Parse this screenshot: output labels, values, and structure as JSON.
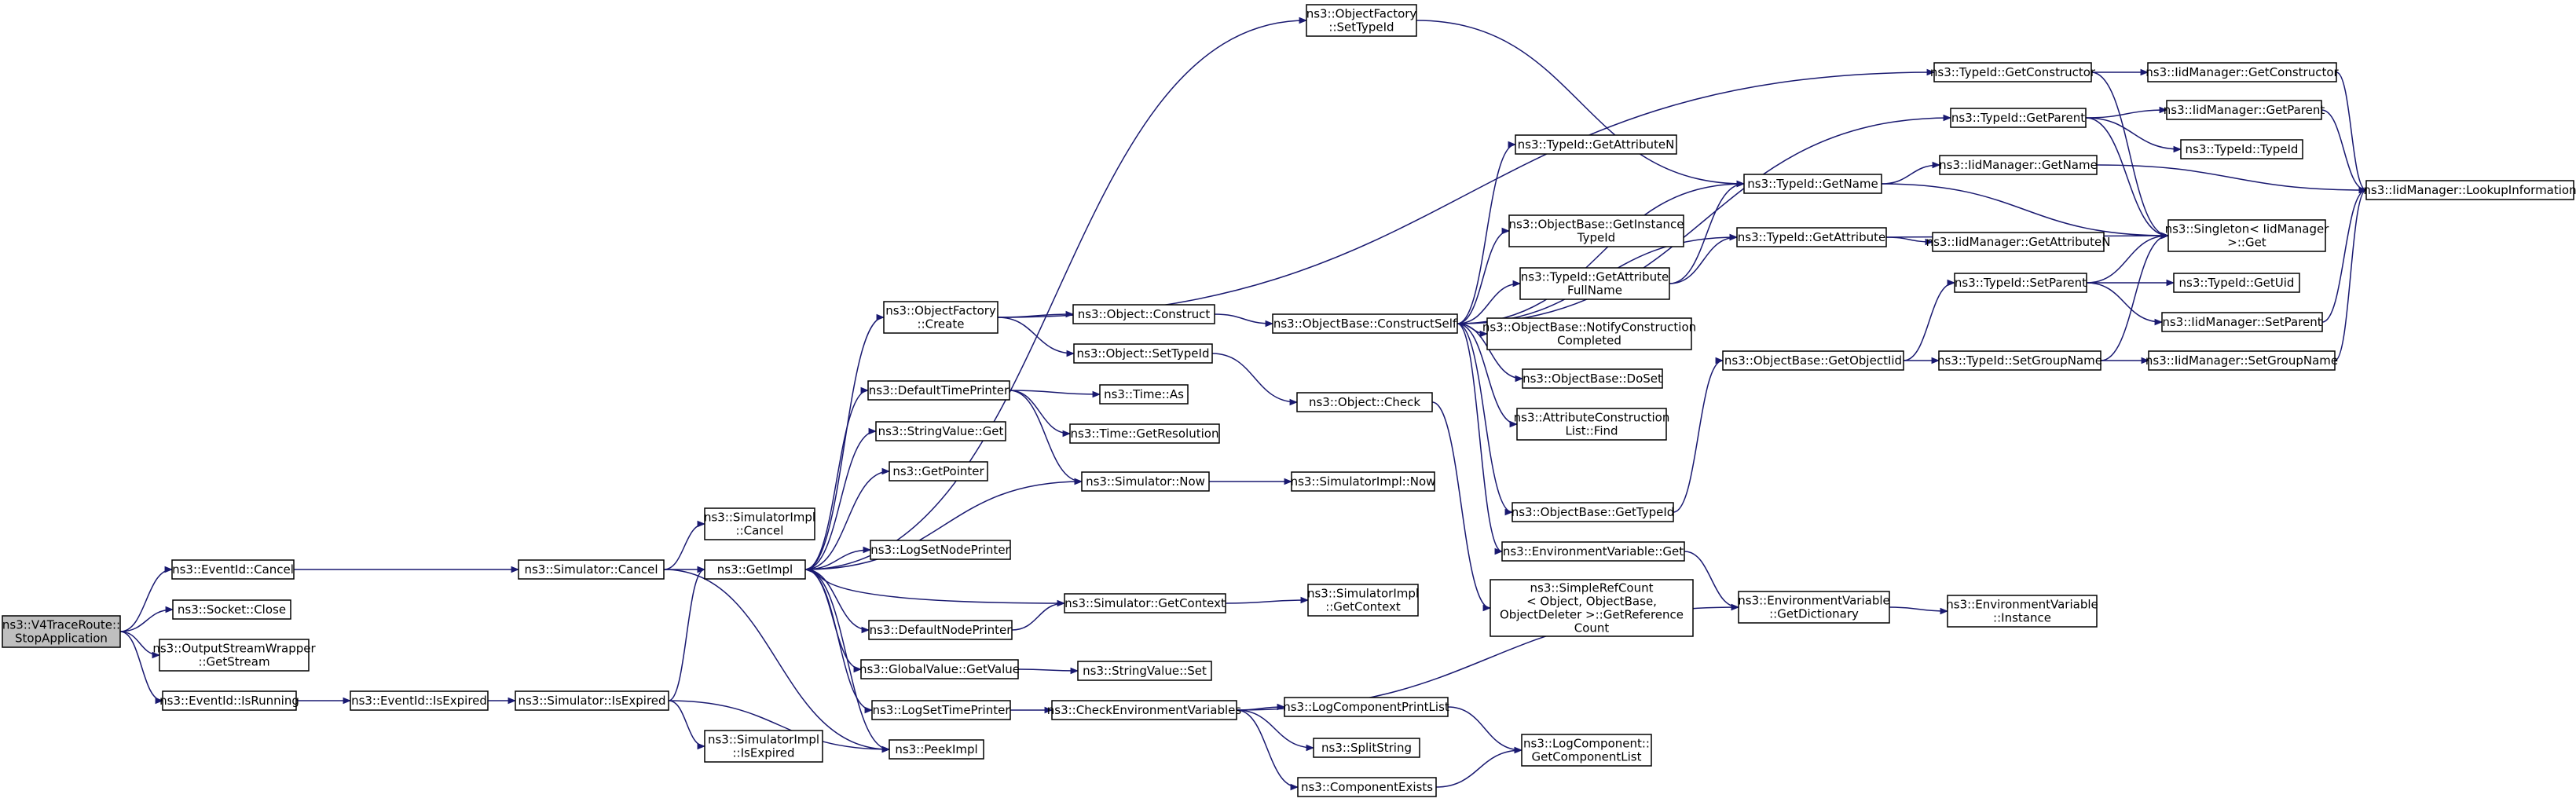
{
  "diagram": {
    "nodes": [
      {
        "id": "root",
        "lines": [
          "ns3::V4TraceRoute::",
          "StopApplication"
        ],
        "root": true
      },
      {
        "id": "eventid_cancel",
        "lines": [
          "ns3::EventId::Cancel"
        ]
      },
      {
        "id": "socket_close",
        "lines": [
          "ns3::Socket::Close"
        ]
      },
      {
        "id": "osw_getstream",
        "lines": [
          "ns3::OutputStreamWrapper",
          "::GetStream"
        ]
      },
      {
        "id": "eventid_isrunning",
        "lines": [
          "ns3::EventId::IsRunning"
        ]
      },
      {
        "id": "eventid_isexpired",
        "lines": [
          "ns3::EventId::IsExpired"
        ]
      },
      {
        "id": "sim_cancel",
        "lines": [
          "ns3::Simulator::Cancel"
        ]
      },
      {
        "id": "sim_isexpired",
        "lines": [
          "ns3::Simulator::IsExpired"
        ]
      },
      {
        "id": "simimpl_cancel",
        "lines": [
          "ns3::SimulatorImpl",
          "::Cancel"
        ]
      },
      {
        "id": "getimpl",
        "lines": [
          "ns3::GetImpl"
        ]
      },
      {
        "id": "peekimpl",
        "lines": [
          "ns3::PeekImpl"
        ]
      },
      {
        "id": "simimpl_isexpired",
        "lines": [
          "ns3::SimulatorImpl",
          "::IsExpired"
        ]
      },
      {
        "id": "of_settypeid",
        "lines": [
          "ns3::ObjectFactory",
          "::SetTypeId"
        ]
      },
      {
        "id": "of_create",
        "lines": [
          "ns3::ObjectFactory",
          "::Create"
        ]
      },
      {
        "id": "defaulttimeprinter",
        "lines": [
          "ns3::DefaultTimePrinter"
        ]
      },
      {
        "id": "stringvalue_get",
        "lines": [
          "ns3::StringValue::Get"
        ]
      },
      {
        "id": "getpointer",
        "lines": [
          "ns3::GetPointer"
        ]
      },
      {
        "id": "logsetnodeprinter",
        "lines": [
          "ns3::LogSetNodePrinter"
        ]
      },
      {
        "id": "defaultnodeprinter",
        "lines": [
          "ns3::DefaultNodePrinter"
        ]
      },
      {
        "id": "gv_getvalue",
        "lines": [
          "ns3::GlobalValue::GetValue"
        ]
      },
      {
        "id": "logsettimeprinter",
        "lines": [
          "ns3::LogSetTimePrinter"
        ]
      },
      {
        "id": "obj_construct",
        "lines": [
          "ns3::Object::Construct"
        ]
      },
      {
        "id": "obj_settypeid",
        "lines": [
          "ns3::Object::SetTypeId"
        ]
      },
      {
        "id": "time_as",
        "lines": [
          "ns3::Time::As"
        ]
      },
      {
        "id": "time_getresolution",
        "lines": [
          "ns3::Time::GetResolution"
        ]
      },
      {
        "id": "sim_now",
        "lines": [
          "ns3::Simulator::Now"
        ]
      },
      {
        "id": "sim_getcontext",
        "lines": [
          "ns3::Simulator::GetContext"
        ]
      },
      {
        "id": "stringvalue_set",
        "lines": [
          "ns3::StringValue::Set"
        ]
      },
      {
        "id": "checkenvvars",
        "lines": [
          "ns3::CheckEnvironmentVariables"
        ]
      },
      {
        "id": "ob_constructself",
        "lines": [
          "ns3::ObjectBase::ConstructSelf"
        ]
      },
      {
        "id": "obj_check",
        "lines": [
          "ns3::Object::Check"
        ]
      },
      {
        "id": "simimpl_now",
        "lines": [
          "ns3::SimulatorImpl::Now"
        ]
      },
      {
        "id": "simimpl_getcontext",
        "lines": [
          "ns3::SimulatorImpl",
          "::GetContext"
        ]
      },
      {
        "id": "logcomponentprintlist",
        "lines": [
          "ns3::LogComponentPrintList"
        ]
      },
      {
        "id": "splitstring",
        "lines": [
          "ns3::SplitString"
        ]
      },
      {
        "id": "componentexists",
        "lines": [
          "ns3::ComponentExists"
        ]
      },
      {
        "id": "typeid_getattributen",
        "lines": [
          "ns3::TypeId::GetAttributeN"
        ]
      },
      {
        "id": "ob_getinstancetypeid",
        "lines": [
          "ns3::ObjectBase::GetInstance",
          "TypeId"
        ]
      },
      {
        "id": "typeid_getattributefullname",
        "lines": [
          "ns3::TypeId::GetAttribute",
          "FullName"
        ]
      },
      {
        "id": "ob_notifyconstructioncompleted",
        "lines": [
          "ns3::ObjectBase::NotifyConstruction",
          "Completed"
        ]
      },
      {
        "id": "ob_doset",
        "lines": [
          "ns3::ObjectBase::DoSet"
        ]
      },
      {
        "id": "acl_find",
        "lines": [
          "ns3::AttributeConstruction",
          "List::Find"
        ]
      },
      {
        "id": "ob_gettypeid",
        "lines": [
          "ns3::ObjectBase::GetTypeId"
        ]
      },
      {
        "id": "envvar_get",
        "lines": [
          "ns3::EnvironmentVariable::Get"
        ]
      },
      {
        "id": "simplerefcount",
        "lines": [
          "ns3::SimpleRefCount",
          "< Object, ObjectBase,",
          "ObjectDeleter >::GetReference",
          "Count"
        ]
      },
      {
        "id": "typeid_getconstructor",
        "lines": [
          "ns3::TypeId::GetConstructor"
        ]
      },
      {
        "id": "typeid_getparent",
        "lines": [
          "ns3::TypeId::GetParent"
        ]
      },
      {
        "id": "typeid_getname",
        "lines": [
          "ns3::TypeId::GetName"
        ]
      },
      {
        "id": "typeid_getattribute",
        "lines": [
          "ns3::TypeId::GetAttribute"
        ]
      },
      {
        "id": "ob_getobjectiid",
        "lines": [
          "ns3::ObjectBase::GetObjectIid"
        ]
      },
      {
        "id": "envvar_getdictionary",
        "lines": [
          "ns3::EnvironmentVariable",
          "::GetDictionary"
        ]
      },
      {
        "id": "lc_getcomponentlist",
        "lines": [
          "ns3::LogComponent::",
          "GetComponentList"
        ]
      },
      {
        "id": "iidm_getconstructor",
        "lines": [
          "ns3::IidManager::GetConstructor"
        ]
      },
      {
        "id": "iidm_getparent",
        "lines": [
          "ns3::IidManager::GetParent"
        ]
      },
      {
        "id": "typeid_typeid",
        "lines": [
          "ns3::TypeId::TypeId"
        ]
      },
      {
        "id": "iidm_getname",
        "lines": [
          "ns3::IidManager::GetName"
        ]
      },
      {
        "id": "iidm_getattributen",
        "lines": [
          "ns3::IidManager::GetAttributeN"
        ]
      },
      {
        "id": "typeid_setparent",
        "lines": [
          "ns3::TypeId::SetParent"
        ]
      },
      {
        "id": "typeid_setgroupname",
        "lines": [
          "ns3::TypeId::SetGroupName"
        ]
      },
      {
        "id": "envvar_instance",
        "lines": [
          "ns3::EnvironmentVariable",
          "::Instance"
        ]
      },
      {
        "id": "singleton_get",
        "lines": [
          "ns3::Singleton< IidManager",
          ">::Get"
        ]
      },
      {
        "id": "typeid_getuid",
        "lines": [
          "ns3::TypeId::GetUid"
        ]
      },
      {
        "id": "iidm_setparent",
        "lines": [
          "ns3::IidManager::SetParent"
        ]
      },
      {
        "id": "iidm_setgroupname",
        "lines": [
          "ns3::IidManager::SetGroupName"
        ]
      },
      {
        "id": "iidm_lookupinformation",
        "lines": [
          "ns3::IidManager::LookupInformation"
        ]
      }
    ],
    "edges": [
      [
        "root",
        "eventid_cancel"
      ],
      [
        "root",
        "socket_close"
      ],
      [
        "root",
        "osw_getstream"
      ],
      [
        "root",
        "eventid_isrunning"
      ],
      [
        "eventid_cancel",
        "sim_cancel"
      ],
      [
        "eventid_isrunning",
        "eventid_isexpired"
      ],
      [
        "eventid_isexpired",
        "sim_isexpired"
      ],
      [
        "sim_cancel",
        "simimpl_cancel"
      ],
      [
        "sim_cancel",
        "getimpl"
      ],
      [
        "sim_cancel",
        "peekimpl"
      ],
      [
        "sim_isexpired",
        "getimpl"
      ],
      [
        "sim_isexpired",
        "peekimpl"
      ],
      [
        "sim_isexpired",
        "simimpl_isexpired"
      ],
      [
        "getimpl",
        "of_settypeid"
      ],
      [
        "getimpl",
        "of_create"
      ],
      [
        "getimpl",
        "defaulttimeprinter"
      ],
      [
        "getimpl",
        "stringvalue_get"
      ],
      [
        "getimpl",
        "getpointer"
      ],
      [
        "getimpl",
        "logsetnodeprinter"
      ],
      [
        "getimpl",
        "defaultnodeprinter"
      ],
      [
        "getimpl",
        "gv_getvalue"
      ],
      [
        "getimpl",
        "logsettimeprinter"
      ],
      [
        "getimpl",
        "peekimpl"
      ],
      [
        "getimpl",
        "sim_now"
      ],
      [
        "sim_getcontext",
        "getimpl"
      ],
      [
        "of_settypeid",
        "typeid_getname"
      ],
      [
        "of_create",
        "obj_construct"
      ],
      [
        "of_create",
        "obj_settypeid"
      ],
      [
        "of_create",
        "typeid_getconstructor"
      ],
      [
        "defaulttimeprinter",
        "time_as"
      ],
      [
        "defaulttimeprinter",
        "time_getresolution"
      ],
      [
        "defaulttimeprinter",
        "sim_now"
      ],
      [
        "defaultnodeprinter",
        "sim_getcontext"
      ],
      [
        "gv_getvalue",
        "stringvalue_set"
      ],
      [
        "logsettimeprinter",
        "checkenvvars"
      ],
      [
        "obj_construct",
        "ob_constructself"
      ],
      [
        "obj_settypeid",
        "obj_check"
      ],
      [
        "sim_now",
        "simimpl_now"
      ],
      [
        "sim_getcontext",
        "simimpl_getcontext"
      ],
      [
        "checkenvvars",
        "logcomponentprintlist"
      ],
      [
        "checkenvvars",
        "splitstring"
      ],
      [
        "checkenvvars",
        "componentexists"
      ],
      [
        "checkenvvars",
        "envvar_getdictionary"
      ],
      [
        "obj_check",
        "simplerefcount"
      ],
      [
        "ob_constructself",
        "typeid_getattributen"
      ],
      [
        "ob_constructself",
        "ob_getinstancetypeid"
      ],
      [
        "ob_constructself",
        "typeid_getattributefullname"
      ],
      [
        "ob_constructself",
        "ob_notifyconstructioncompleted"
      ],
      [
        "ob_constructself",
        "ob_doset"
      ],
      [
        "ob_constructself",
        "acl_find"
      ],
      [
        "ob_constructself",
        "ob_gettypeid"
      ],
      [
        "ob_constructself",
        "envvar_get"
      ],
      [
        "ob_constructself",
        "typeid_getparent"
      ],
      [
        "ob_constructself",
        "typeid_getname"
      ],
      [
        "ob_constructself",
        "typeid_getattribute"
      ],
      [
        "typeid_getattributefullname",
        "typeid_getname"
      ],
      [
        "typeid_getattributefullname",
        "typeid_getattribute"
      ],
      [
        "ob_gettypeid",
        "ob_getobjectiid"
      ],
      [
        "envvar_get",
        "envvar_getdictionary"
      ],
      [
        "logcomponentprintlist",
        "lc_getcomponentlist"
      ],
      [
        "componentexists",
        "lc_getcomponentlist"
      ],
      [
        "typeid_getconstructor",
        "iidm_getconstructor"
      ],
      [
        "typeid_getconstructor",
        "singleton_get"
      ],
      [
        "typeid_getparent",
        "iidm_getparent"
      ],
      [
        "typeid_getparent",
        "typeid_typeid"
      ],
      [
        "typeid_getparent",
        "singleton_get"
      ],
      [
        "typeid_getname",
        "iidm_getname"
      ],
      [
        "typeid_getname",
        "singleton_get"
      ],
      [
        "typeid_getattribute",
        "iidm_getattributen"
      ],
      [
        "typeid_getattribute",
        "singleton_get"
      ],
      [
        "ob_getobjectiid",
        "typeid_setparent"
      ],
      [
        "ob_getobjectiid",
        "typeid_setgroupname"
      ],
      [
        "envvar_getdictionary",
        "envvar_instance"
      ],
      [
        "typeid_setparent",
        "typeid_getuid"
      ],
      [
        "typeid_setparent",
        "iidm_setparent"
      ],
      [
        "typeid_setparent",
        "singleton_get"
      ],
      [
        "typeid_setgroupname",
        "iidm_setgroupname"
      ],
      [
        "typeid_setgroupname",
        "singleton_get"
      ],
      [
        "iidm_getconstructor",
        "iidm_lookupinformation"
      ],
      [
        "iidm_getparent",
        "iidm_lookupinformation"
      ],
      [
        "iidm_getname",
        "iidm_lookupinformation"
      ],
      [
        "iidm_setparent",
        "iidm_lookupinformation"
      ],
      [
        "iidm_setgroupname",
        "iidm_lookupinformation"
      ]
    ]
  }
}
